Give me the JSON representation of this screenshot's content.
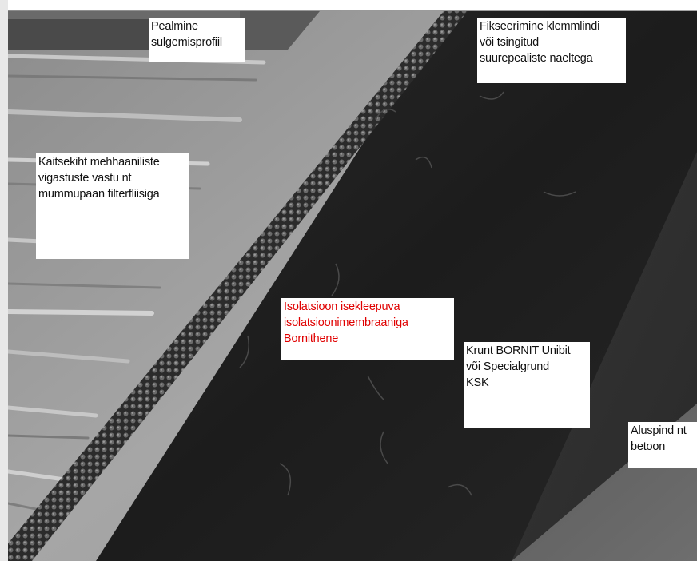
{
  "labels": {
    "top_profile": "Pealmine\nsulgemisprofiil",
    "fixing": "Fikseerimine klemmlindi\nvõi tsingitud\nsuurepealiste naeltega",
    "protection": "Kaitsekiht mehhaaniliste\nvigastuste vastu nt\nmummupaan filterfliisiga",
    "insulation": "Isolatsioon isekleepuva\nisolatsioonimembraaniga\nBornithene",
    "primer": "Krunt BORNIT Unibit\nvõi Specialgrund\nKSK",
    "substrate": "Aluspind nt\nbetoon"
  },
  "colors": {
    "label_text": "#111111",
    "highlight_text": "#e00000",
    "label_background": "#ffffff"
  }
}
